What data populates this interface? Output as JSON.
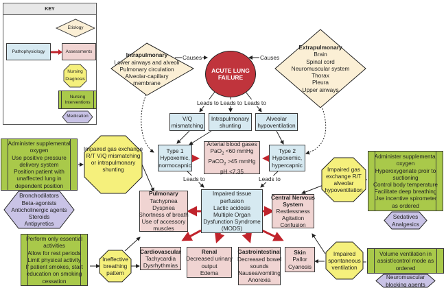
{
  "key": {
    "title": "KEY",
    "etiology": "Etiology",
    "pathophysiology": "Pathophysiology",
    "assessments": "Assessments",
    "nursing_diagnosis": [
      "Nursing",
      "Diagnosis"
    ],
    "nursing_interventions": [
      "Nursing",
      "Interventions"
    ],
    "medication": "Medication"
  },
  "colors": {
    "etiology": "#fbefd5",
    "pathophysiology": "#d6e9f1",
    "assessments": "#f0d4d2",
    "nursing_diagnosis": "#f5f07c",
    "nursing_interventions": "#a9c94a",
    "medication": "#c9c3e6",
    "central_node": "#c0343c",
    "red_arrow": "#c0242c"
  },
  "etiology": {
    "intrapulmonary": {
      "title": "Intrapulmonary",
      "lines": [
        "Lower airways and alveoli",
        "Pulmonary circulation",
        "Alveolar-capillary",
        "membrane"
      ]
    },
    "extrapulmonary": {
      "title": "Extrapulmonary",
      "lines": [
        "Brain",
        "Spinal cord",
        "Neuromuscular system",
        "Thorax",
        "Pleura",
        "Upper airways"
      ]
    }
  },
  "central": {
    "lines": [
      "ACUTE LUNG",
      "FAILURE"
    ]
  },
  "edge_labels": {
    "causes": "Causes",
    "leads_to": "Leads to"
  },
  "pathophysiology": {
    "vq": [
      "V/Q",
      "mismatching"
    ],
    "shunting": [
      "Intrapulmonary",
      "shunting"
    ],
    "hypovent": [
      "Alveolar",
      "hypoventilation"
    ],
    "type1": [
      "Type 1",
      "Hypoxemic,",
      "normocapnic"
    ],
    "type2": [
      "Type 2",
      "Hypoxemic,",
      "hypercapnic"
    ],
    "mods": [
      "Impaired tissue",
      "perfusion",
      "Lactic acidosis",
      "Multiple Organ",
      "Dysfunction Syndrome",
      "(MODS)"
    ]
  },
  "abg": {
    "title": "Arterial blood gases",
    "pao2": {
      "label": "PaO",
      "sub": "2",
      "value": " <60 mmHg"
    },
    "paco2": {
      "label": "PaCO",
      "sub": "2",
      "value": " >45 mmHg"
    },
    "ph": "pH <7.35"
  },
  "assessments": {
    "pulmonary": {
      "title": "Pulmonary",
      "lines": [
        "Tachypnea",
        "Dyspnea",
        "Shortness of breath",
        "Use of accessory",
        "muscles"
      ]
    },
    "cns": {
      "title": [
        "Central Nervous",
        "System"
      ],
      "lines": [
        "Restlessness",
        "Agitation",
        "Confusion"
      ]
    },
    "cardio": {
      "title": "Cardiovascular",
      "lines": [
        "Tachycardia",
        "Dysrhythmias"
      ]
    },
    "renal": {
      "title": "Renal",
      "lines": [
        "Decreased urinary",
        "output",
        "Edema"
      ]
    },
    "gi": {
      "title": "Gastrointestinal",
      "lines": [
        "Decreased bowel",
        "sounds",
        "Nausea/vomiting",
        "Anorexia"
      ]
    },
    "skin": {
      "title": "Skin",
      "lines": [
        "Pallor",
        "Cyanosis"
      ]
    }
  },
  "diagnoses": {
    "gas_vq": [
      "Impaired gas exchange",
      "R/T V/Q mismatching",
      "or intrapulmonary",
      "shunting"
    ],
    "gas_hypo": [
      "Impaired gas",
      "exchange R/T",
      "alveolar",
      "hypoventilation"
    ],
    "breathing": [
      "Ineffective",
      "breathing",
      "pattern"
    ],
    "spont": [
      "Impaired",
      "spontaneous",
      "ventilation"
    ]
  },
  "interventions": {
    "left_top": [
      "Administer supplemental",
      "oxygen",
      "Use positive pressure",
      "delivery system",
      "Position patient with",
      "unaffected lung in",
      "dependent position"
    ],
    "right_top": [
      "Administer supplemental",
      "oxygen",
      "Hyperoxygenate proir to",
      "suctioning",
      "Control body temperature",
      "Facilitate deep breathing",
      "Use incentive spirometer",
      "as ordered"
    ],
    "left_bottom": [
      "Perform only essential",
      "activities",
      "Allow for rest periods",
      "Limit physical activity",
      "If patient smokes, start",
      "education on smoking",
      "cessation"
    ],
    "right_bottom": [
      "Volume ventilation in",
      "assist/control mode as",
      "ordered"
    ]
  },
  "medications": {
    "left": [
      "Bronchodilators",
      "Beta-agonists",
      "Anticholinergic agents",
      "Steroids",
      "Antipyretics"
    ],
    "right_top": [
      "Sedatives",
      "Analgesics"
    ],
    "right_bottom": [
      "Neuromuscular",
      "blocking agents"
    ]
  }
}
